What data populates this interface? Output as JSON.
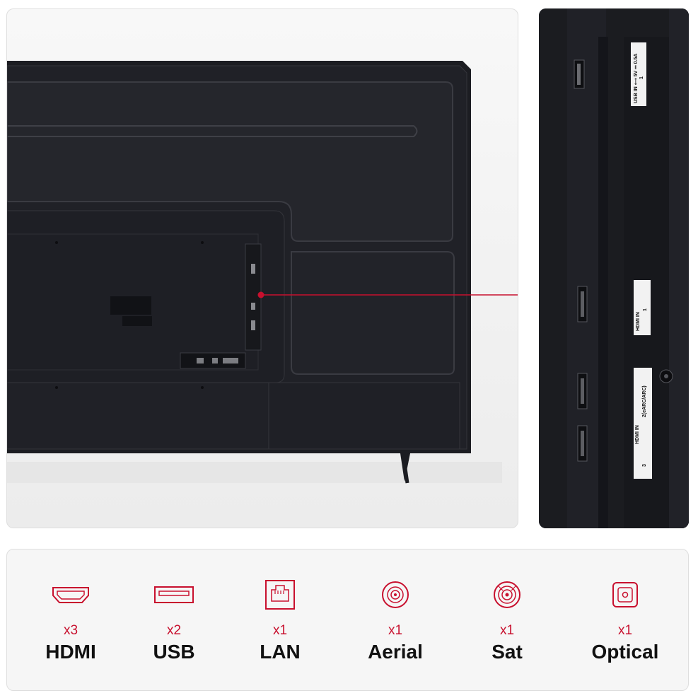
{
  "colors": {
    "accent_red": "#c8102e",
    "tv_body": "#1c1d22",
    "background": "#f6f6f6"
  },
  "closeup": {
    "usb_label": {
      "line1": "USB IN ⟷ 5V ⎓ 0.5A",
      "line2": "1"
    },
    "hdmi1_label": {
      "line1": "HDMI IN",
      "line2": "1"
    },
    "hdmi23_label": {
      "line1": "HDMI IN",
      "line2": "2(eARC/ARC)",
      "line3": "3"
    }
  },
  "ports": [
    {
      "icon": "hdmi-icon",
      "count": "x3",
      "name": "HDMI"
    },
    {
      "icon": "usb-icon",
      "count": "x2",
      "name": "USB"
    },
    {
      "icon": "lan-icon",
      "count": "x1",
      "name": "LAN"
    },
    {
      "icon": "aerial-icon",
      "count": "x1",
      "name": "Aerial"
    },
    {
      "icon": "sat-icon",
      "count": "x1",
      "name": "Sat"
    },
    {
      "icon": "optical-icon",
      "count": "x1",
      "name": "Optical"
    }
  ]
}
